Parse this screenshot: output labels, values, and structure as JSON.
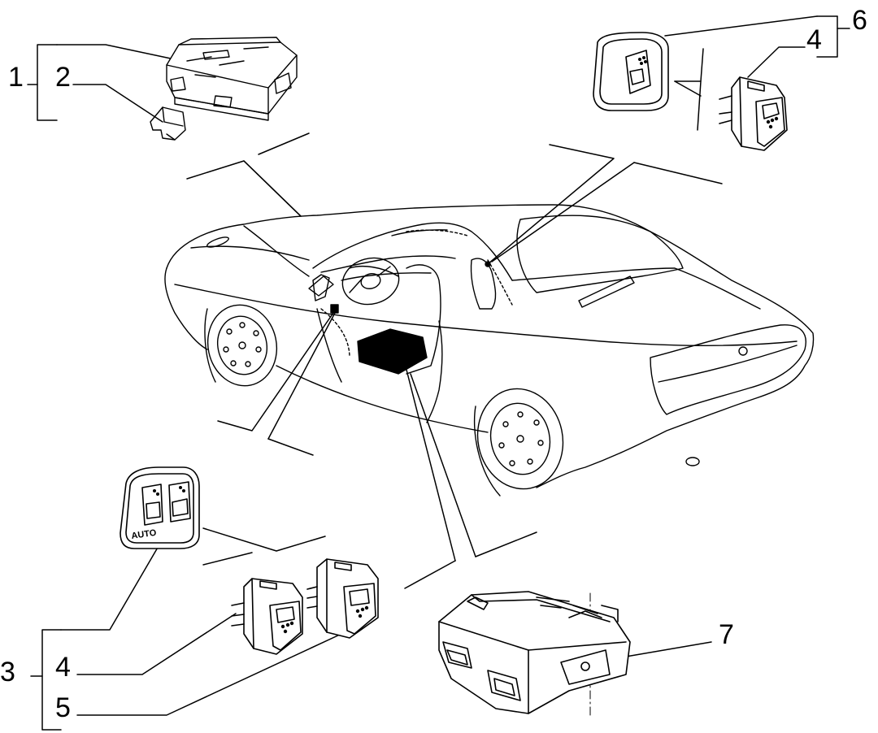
{
  "diagram": {
    "callouts": {
      "c1": "1",
      "c2": "2",
      "c3": "3",
      "c4a": "4",
      "c4b": "4",
      "c5": "5",
      "c6": "6",
      "c7": "7"
    },
    "switch_panel_label": "AUTO"
  }
}
